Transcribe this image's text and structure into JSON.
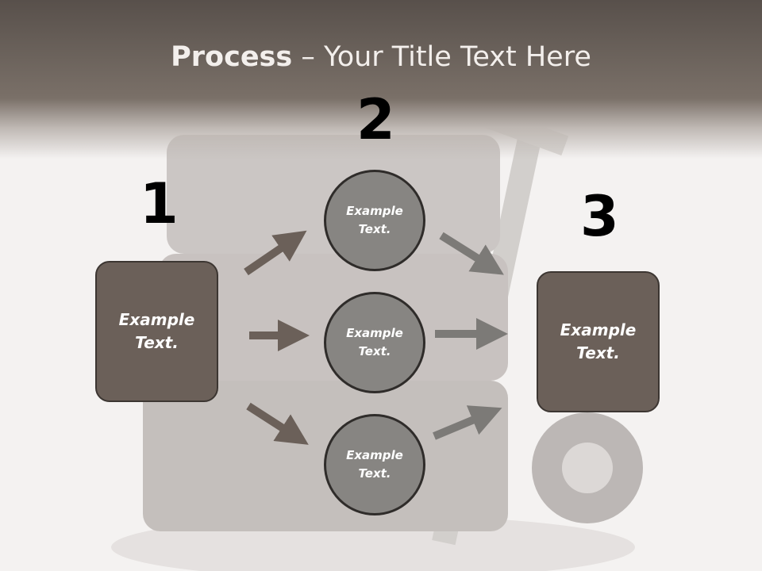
{
  "title": {
    "bold": "Process",
    "rest": " – Your Title Text Here"
  },
  "steps": [
    {
      "number": "1",
      "text": "Example Text."
    },
    {
      "number": "2",
      "text": "Example Text."
    },
    {
      "number": "3",
      "text": "Example Text."
    }
  ],
  "circles": [
    {
      "text": "Example Text."
    },
    {
      "text": "Example Text."
    },
    {
      "text": "Example Text."
    }
  ],
  "colors": {
    "box": "#6b6059",
    "circle": "#878582",
    "arrow": "#6b6059",
    "arrow_right": "#7c7a77"
  }
}
